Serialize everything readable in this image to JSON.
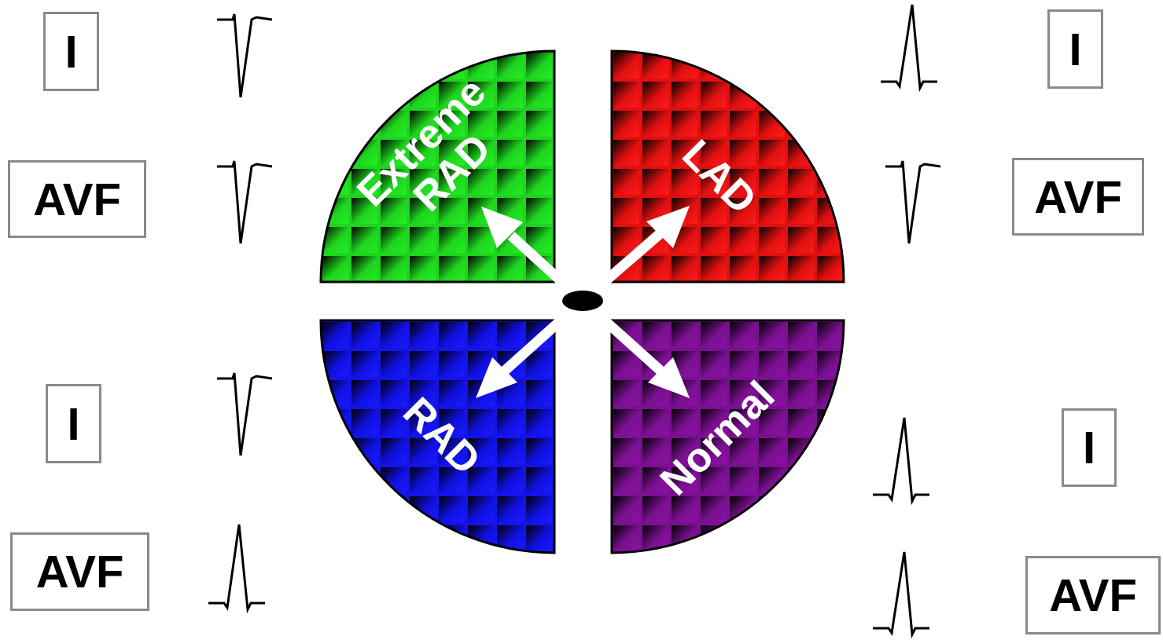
{
  "diagram": {
    "nodes": [
      {
        "text": [
          "I"
        ]
      },
      {
        "text": [
          "AVF"
        ]
      },
      {
        "text": [
          "Extreme RAD"
        ]
      },
      {
        "text": [
          "LAD"
        ]
      },
      {
        "text": [
          "I"
        ]
      },
      {
        "text": [
          "AVF"
        ]
      },
      {
        "text": [
          "I"
        ]
      },
      {
        "text": [
          "AVF"
        ]
      },
      {
        "text": [
          "RAD"
        ]
      },
      {
        "text": [
          "Normal"
        ]
      },
      {
        "text": [
          "I"
        ]
      },
      {
        "text": [
          "AVF"
        ]
      }
    ]
  }
}
